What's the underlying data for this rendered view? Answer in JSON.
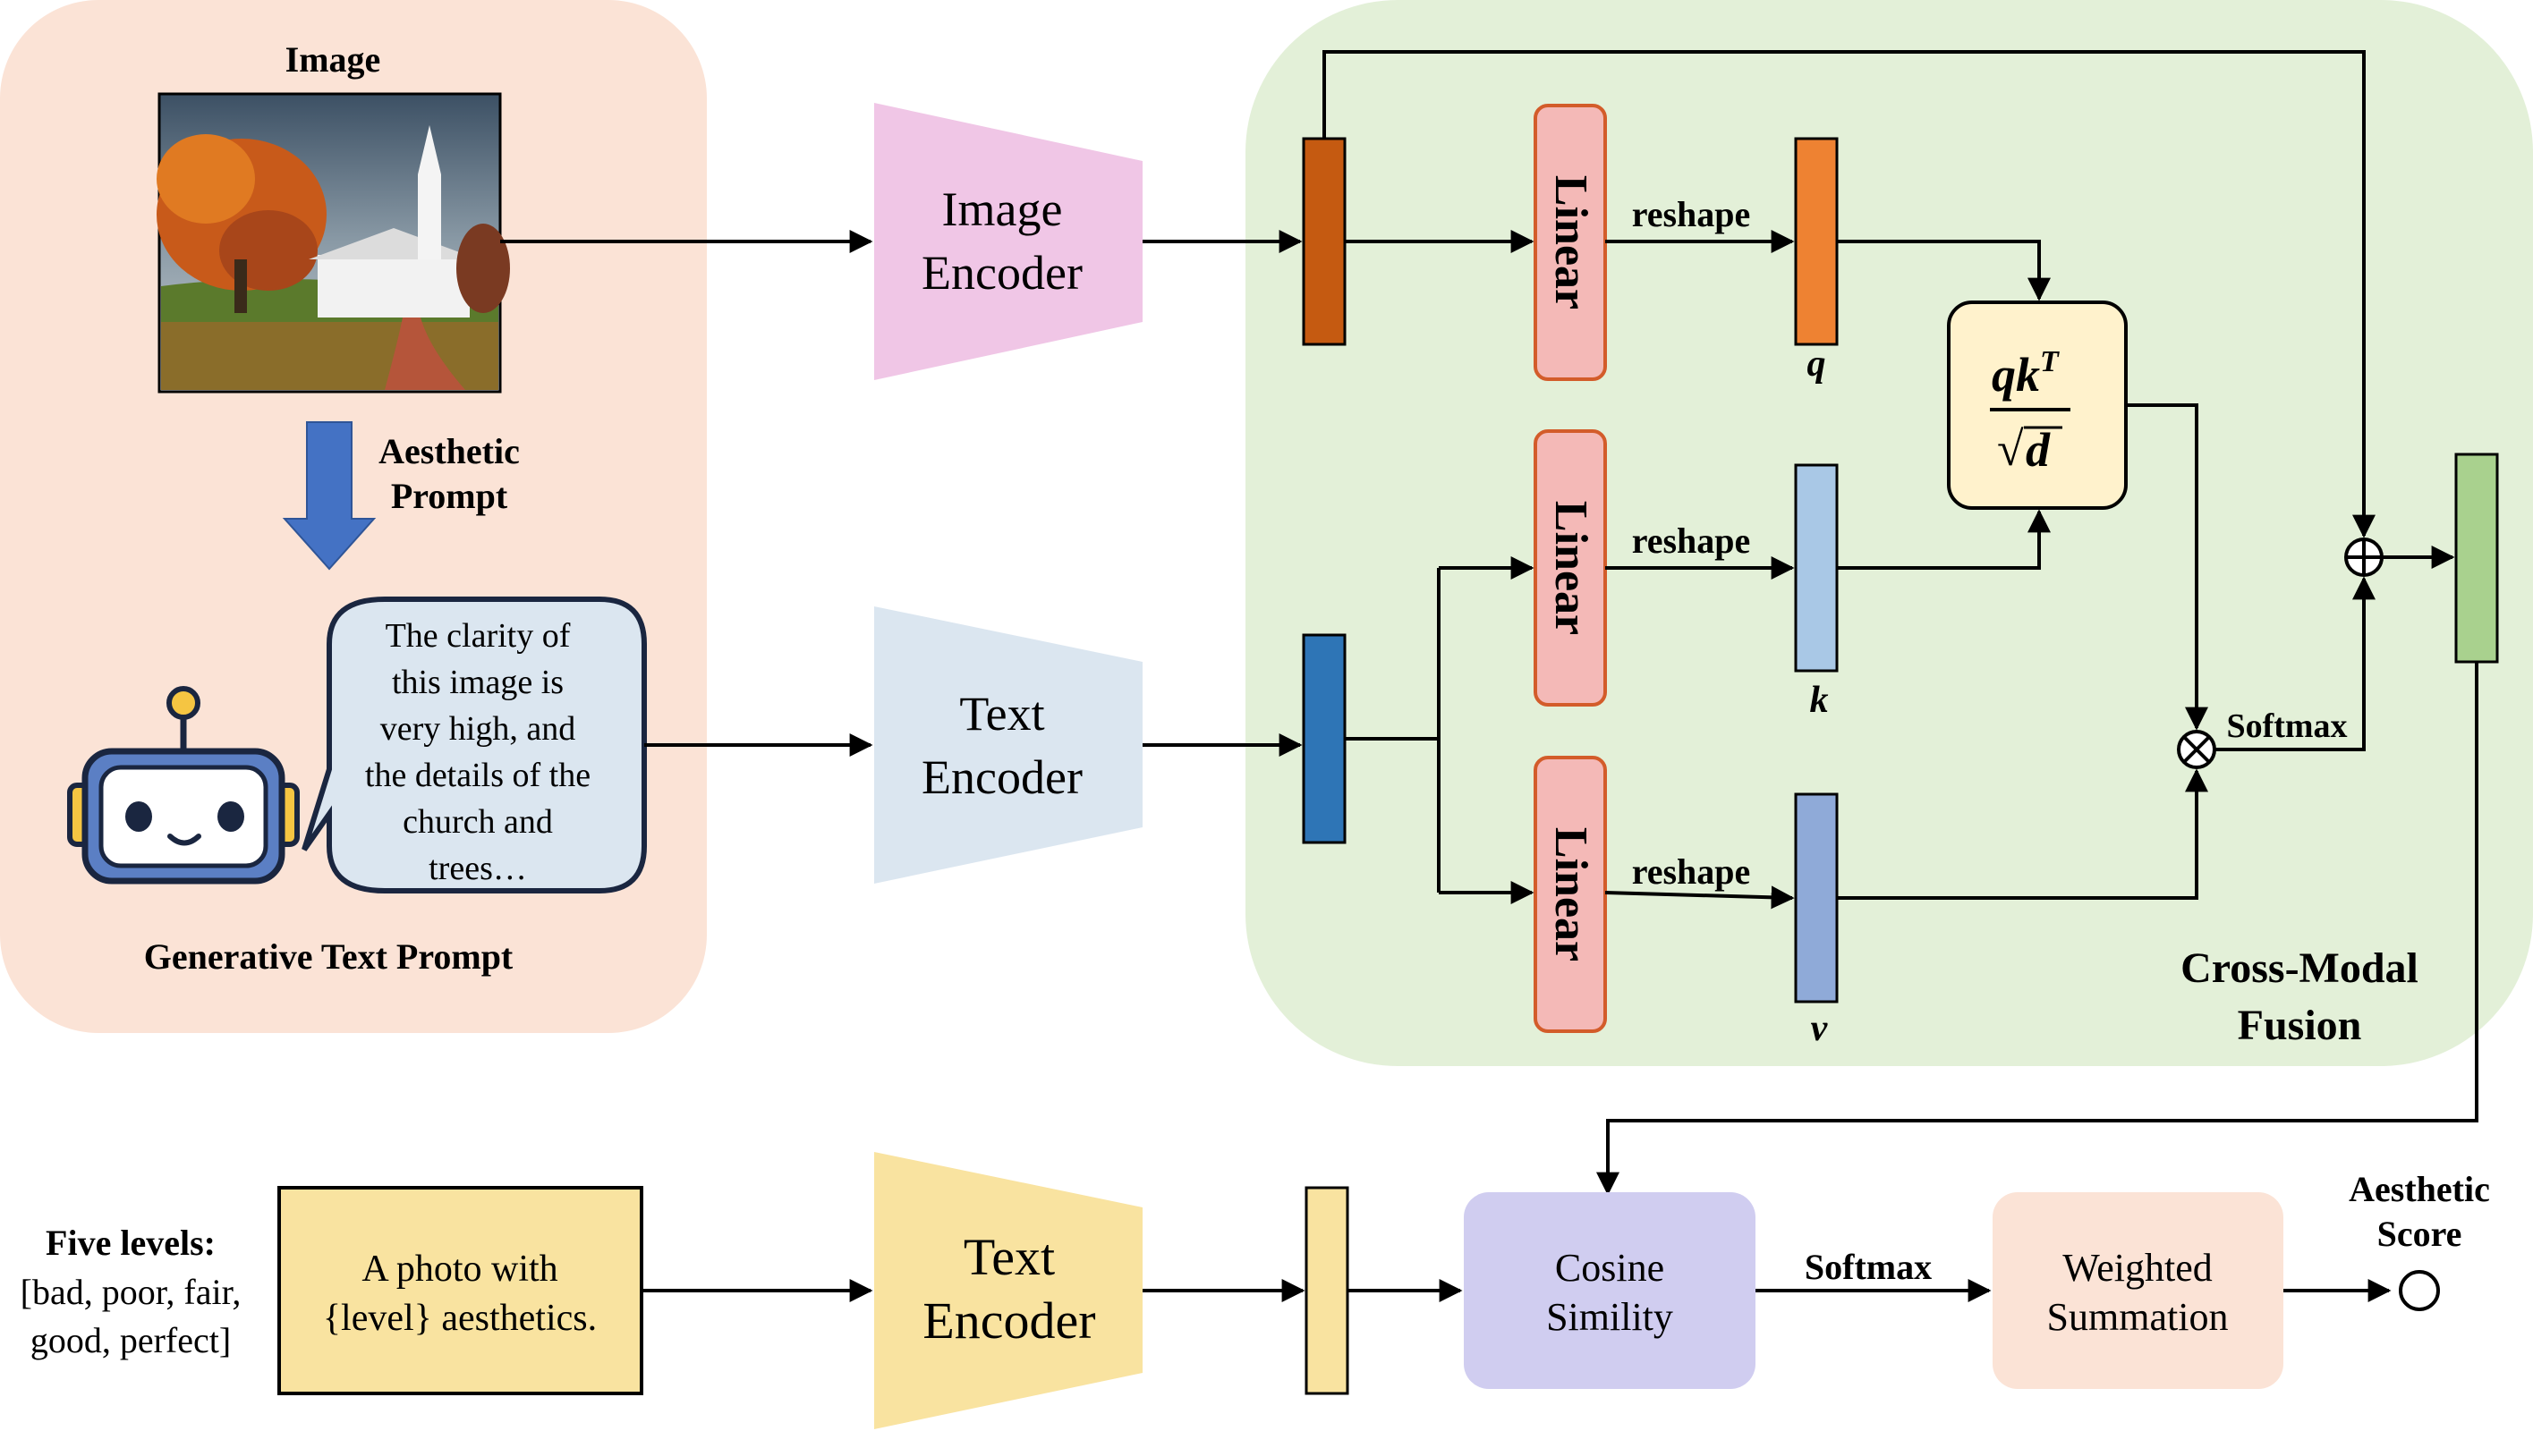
{
  "left_panel": {
    "image_label": "Image",
    "aesthetic_prompt_line1": "Aesthetic",
    "aesthetic_prompt_line2": "Prompt",
    "bubble_lines": [
      "The clarity of",
      "this image is",
      "very high, and",
      "the details of the",
      "church and",
      "trees…"
    ],
    "generative_label": "Generative Text Prompt"
  },
  "encoders": {
    "image_encoder": [
      "Image",
      "Encoder"
    ],
    "text_encoder_top": [
      "Text",
      "Encoder"
    ],
    "text_encoder_bottom": [
      "Text",
      "Encoder"
    ]
  },
  "fusion": {
    "linear_label": "Linear",
    "reshape_label": "reshape",
    "q_label": "q",
    "k_label": "k",
    "v_label": "v",
    "attention_numerator": "qk",
    "attention_sup": "T",
    "attention_denominator": "d",
    "sqrt_symbol": "√",
    "softmax_label": "Softmax",
    "title_line1": "Cross-Modal",
    "title_line2": "Fusion"
  },
  "bottom": {
    "five_levels_title": "Five levels:",
    "levels_line1": "[bad, poor, fair,",
    "levels_line2": "good, perfect]",
    "prompt_line1": "A photo with",
    "prompt_line2": "{level} aesthetics.",
    "cosine_line1": "Cosine",
    "cosine_line2": "Simility",
    "softmax_label": "Softmax",
    "weighted_line1": "Weighted",
    "weighted_line2": "Summation",
    "score_line1": "Aesthetic",
    "score_line2": "Score"
  },
  "colors": {
    "left_panel_bg": "#fbe3d6",
    "fusion_bg": "#e3f0d8",
    "image_encoder": "#f0c6e6",
    "text_encoder": "#dbe6f0",
    "text_encoder_bottom": "#f9e3a0",
    "linear_fill": "#f4b9b7",
    "linear_stroke": "#d35c2a",
    "q_bar": "#ee8232",
    "k_bar": "#a9c8e6",
    "v_bar": "#8faad8",
    "image_feat": "#c55a11",
    "text_feat": "#2e75b6",
    "fused_feat": "#a9d18e",
    "prompt_box": "#f9e3a0",
    "cosine_box": "#d0cdf0",
    "weighted_box": "#fbe3d6",
    "attention_box": "#fff2cc"
  }
}
